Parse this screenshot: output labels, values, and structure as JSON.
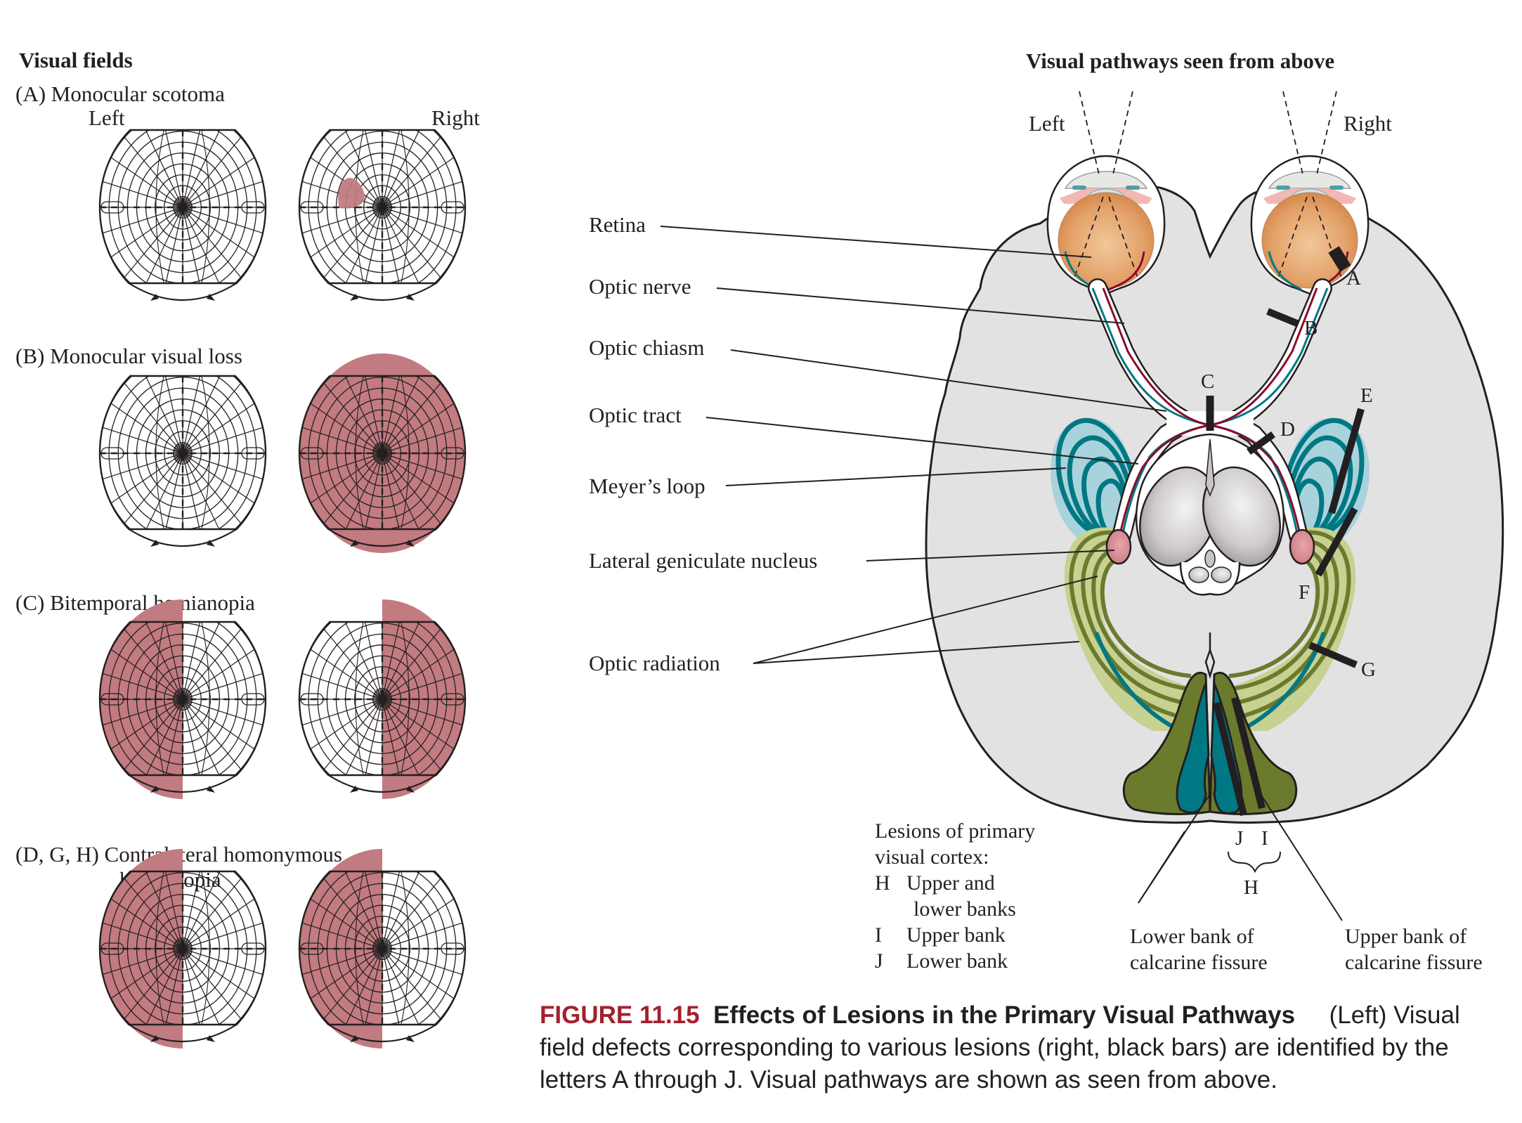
{
  "left_panel": {
    "title": "Visual fields",
    "eye_labels": {
      "left": "Left",
      "right": "Right"
    },
    "rows": [
      {
        "id": "A",
        "label": "(A)  Monocular scotoma",
        "left_eye_defect": "none",
        "right_eye_defect": "scotoma-upper-temporal-small"
      },
      {
        "id": "B",
        "label": "(B)  Monocular visual loss",
        "left_eye_defect": "none",
        "right_eye_defect": "full"
      },
      {
        "id": "C",
        "label": "(C)  Bitemporal hemianopia",
        "left_eye_defect": "left-half",
        "right_eye_defect": "right-half"
      },
      {
        "id": "DGH",
        "label": "(D, G, H)  Contralateral homonymous",
        "label_line2": "hemianopia",
        "left_eye_defect": "left-half",
        "right_eye_defect": "left-half"
      }
    ]
  },
  "right_panel": {
    "title": "Visual pathways seen from above",
    "eye_labels": {
      "left": "Left",
      "right": "Right"
    },
    "structure_labels": [
      "Retina",
      "Optic nerve",
      "Optic chiasm",
      "Optic tract",
      "Meyer’s loop",
      "Lateral geniculate nucleus",
      "Optic radiation"
    ],
    "lesion_letters": [
      "A",
      "B",
      "C",
      "D",
      "E",
      "F",
      "G",
      "J",
      "I",
      "H"
    ],
    "cortex_legend": {
      "heading_line1": "Lesions of primary",
      "heading_line2": "visual cortex:",
      "items": [
        {
          "letter": "H",
          "text": "Upper and",
          "text2": "lower banks"
        },
        {
          "letter": "I",
          "text": "Upper bank"
        },
        {
          "letter": "J",
          "text": "Lower bank"
        }
      ]
    },
    "fissure_labels": {
      "lower_line1": "Lower bank of",
      "lower_line2": "calcarine fissure",
      "upper_line1": "Upper bank of",
      "upper_line2": "calcarine fissure"
    }
  },
  "caption": {
    "number": "FIGURE 11.15",
    "title": "Effects of Lesions in the Primary Visual Pathways",
    "body_line1": "(Left) Visual",
    "body_line2": "field defects corresponding to various lesions (right, black bars) are identified by the",
    "body_line3": "letters A through J. Visual pathways are shown as seen from above."
  },
  "colors": {
    "defect": "#c27b80",
    "brain": "#e2e2e2",
    "teal": "#007883",
    "teal_light": "#a9d3dc",
    "olive": "#6a7b2e",
    "olive_light": "#c7d191",
    "crimson": "#8b0a2e",
    "lgn": "#d98f95",
    "eye": "#e3a26a",
    "caption_accent": "#a3212e",
    "lesion_bar": "#231f20"
  }
}
